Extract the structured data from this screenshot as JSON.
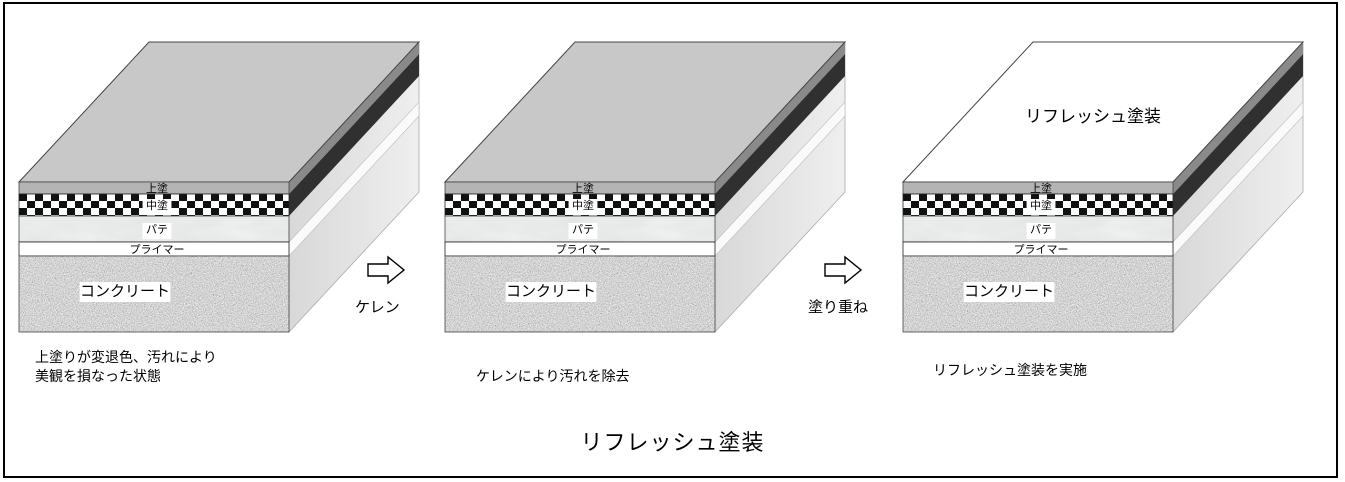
{
  "blocks": [
    {
      "layers": {
        "top_coat": "上塗",
        "mid_coat": "中塗",
        "putty": "パテ",
        "primer": "プライマー",
        "concrete": "コンクリート"
      },
      "top_surface_color": "#c8c8c8",
      "surface_label": ""
    },
    {
      "layers": {
        "top_coat": "上塗",
        "mid_coat": "中塗",
        "putty": "パテ",
        "primer": "プライマー",
        "concrete": "コンクリート"
      },
      "top_surface_color": "#c8c8c8",
      "surface_label": ""
    },
    {
      "layers": {
        "top_coat": "上塗",
        "mid_coat": "中塗",
        "putty": "パテ",
        "primer": "プライマー",
        "concrete": "コンクリート"
      },
      "top_surface_color": "#ffffff",
      "surface_label": "リフレッシュ塗装"
    }
  ],
  "arrows": [
    {
      "label": "ケレン"
    },
    {
      "label": "塗り重ね"
    }
  ],
  "captions": [
    "上塗りが変退色、汚れにより\n美観を損なった状態",
    "ケレンにより汚れを除去",
    "リフレッシュ塗装を実施"
  ],
  "title": "リフレッシュ塗装",
  "colors": {
    "worn_top": "#c8c8c8",
    "fresh_top": "#ffffff",
    "side_dark": "#303030",
    "side_light": "#e6e6e6"
  }
}
